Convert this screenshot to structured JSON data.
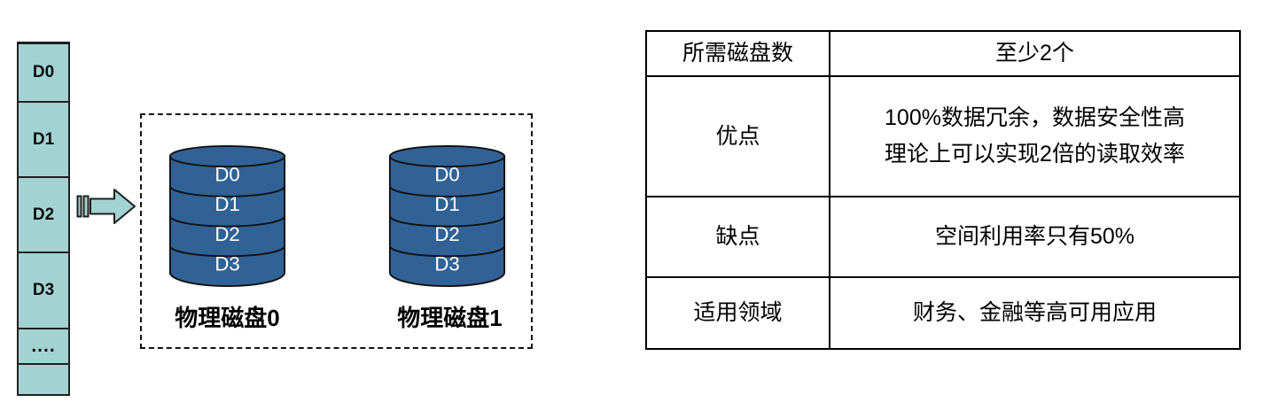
{
  "colors": {
    "block_teal": "#a3d2d2",
    "disk_blue": "#316296",
    "outline": "#1f1f1f"
  },
  "logical_stack": {
    "blocks": [
      "D0",
      "D1",
      "D2",
      "D3",
      "....",
      ""
    ]
  },
  "arrow": {
    "meaning": "mirror-write"
  },
  "disk_group": {
    "disks": [
      {
        "label": "物理磁盘0",
        "segments": [
          "D0",
          "D1",
          "D2",
          "D3"
        ]
      },
      {
        "label": "物理磁盘1",
        "segments": [
          "D0",
          "D1",
          "D2",
          "D3"
        ]
      }
    ]
  },
  "table": {
    "rows": [
      {
        "label": "所需磁盘数",
        "value": "至少2个"
      },
      {
        "label": "优点",
        "value_lines": [
          "100%数据冗余，数据安全性高",
          "理论上可以实现2倍的读取效率"
        ]
      },
      {
        "label": "缺点",
        "value": "空间利用率只有50%"
      },
      {
        "label": "适用领域",
        "value": "财务、金融等高可用应用"
      }
    ]
  }
}
